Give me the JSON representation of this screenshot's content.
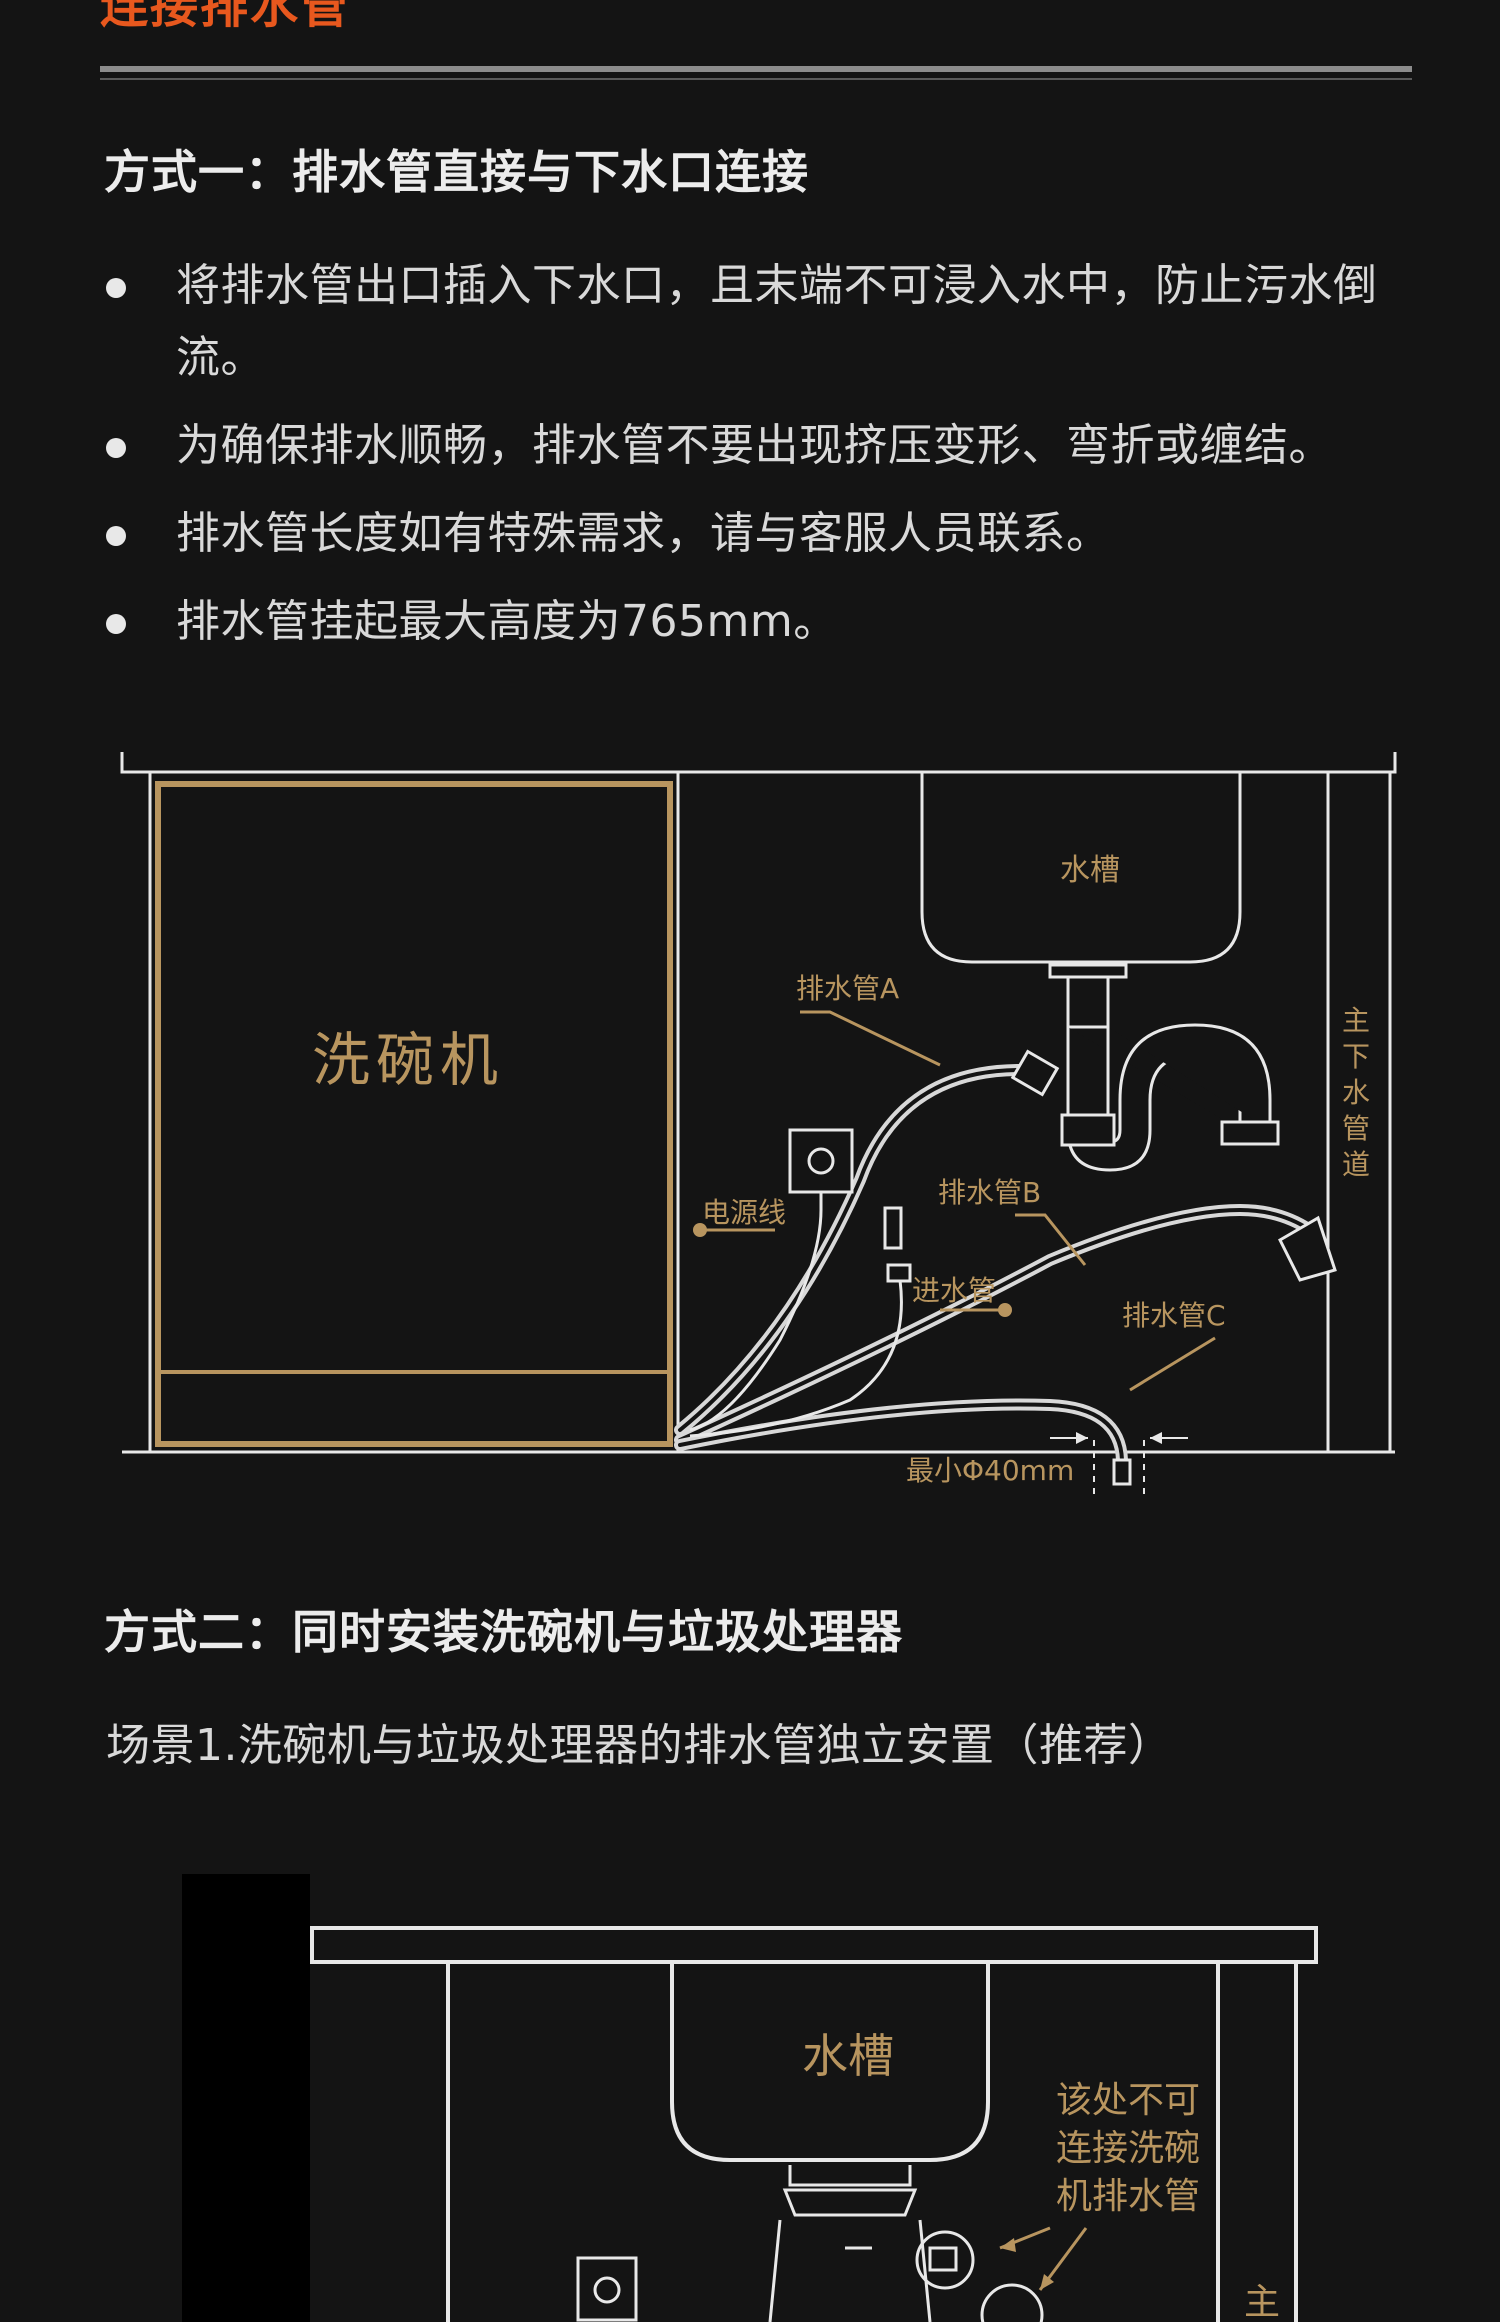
{
  "colors": {
    "background": "#141414",
    "accent_orange": "#e8581e",
    "gold": "#b8955f",
    "line_white": "#e8e8e8"
  },
  "header": {
    "title": "连接排水管"
  },
  "method1": {
    "title": "方式一：排水管直接与下水口连接",
    "bullets": [
      "将排水管出口插入下水口，且末端不可浸入水中，防止污水倒流。",
      "为确保排水顺畅，排水管不要出现挤压变形、弯折或缠结。",
      "排水管长度如有特殊需求，请与客服人员联系。",
      "排水管挂起最大高度为765mm。"
    ],
    "diagram": {
      "dishwasher": "洗碗机",
      "sink": "水槽",
      "drain_a": "排水管A",
      "drain_b": "排水管B",
      "drain_c": "排水管C",
      "power_cord": "电源线",
      "inlet": "进水管",
      "main_pipe": [
        "主",
        "下",
        "水",
        "管",
        "道"
      ],
      "min_diameter": "最小Φ40mm"
    }
  },
  "method2": {
    "title": "方式二：同时安装洗碗机与垃圾处理器",
    "scene1": "场景1.洗碗机与垃圾处理器的排水管独立安置（推荐）",
    "diagram": {
      "sink": "水槽",
      "warning": [
        "该处不可",
        "连接洗碗",
        "机排水管"
      ],
      "main_pipe_partial": "主"
    }
  }
}
